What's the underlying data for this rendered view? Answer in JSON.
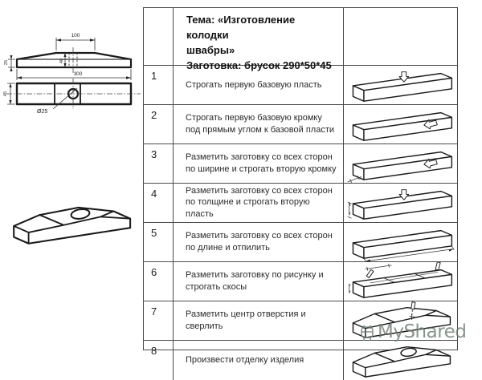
{
  "table": {
    "header": {
      "title_line1": "Тема: «Изготовление колодки",
      "title_line2": "швабры»",
      "subtitle": "Заготовка: брусок 290*50*45"
    },
    "rows": [
      {
        "num": "1",
        "text": "Строгать первую базовую пласть",
        "sketch_icon": "sketch-plane-first-face"
      },
      {
        "num": "2",
        "text": "Строгать первую базовую кромку под прямым углом к базовой  пласти",
        "sketch_icon": "sketch-plane-first-edge"
      },
      {
        "num": "3",
        "text": "Разметить заготовку со всех сторон по ширине и строгать вторую кромку",
        "sketch_icon": "sketch-mark-width-plane-edge"
      },
      {
        "num": "4",
        "text": "Разметить заготовку со всех сторон по толщине и строгать вторую пласть",
        "sketch_icon": "sketch-mark-thickness-plane-face"
      },
      {
        "num": "5",
        "text": "Разметить заготовку со всех сторон по длине и отпилить",
        "sketch_icon": "sketch-mark-length-saw"
      },
      {
        "num": "6",
        "text": "Разметить заготовку по рисунку и строгать скосы",
        "sketch_icon": "sketch-mark-bevels"
      },
      {
        "num": "7",
        "text": "Разметить центр отверстия и сверлить",
        "sketch_icon": "sketch-drill-center"
      },
      {
        "num": "8",
        "text": "Произвести отделку изделия",
        "sketch_icon": "sketch-finished-block"
      }
    ]
  },
  "drawing": {
    "front_view": {
      "dim_top": "100",
      "dim_length": "300",
      "dim_end_height": "25",
      "dim_mid_height": "40"
    },
    "plan_view": {
      "dim_width": "45",
      "dim_hole": "Ø25"
    }
  },
  "watermark": {
    "text": "MyShared"
  },
  "colors": {
    "line": "#1a1a1a",
    "table_border": "#4a4a4a",
    "watermark": "#6f7f73"
  }
}
